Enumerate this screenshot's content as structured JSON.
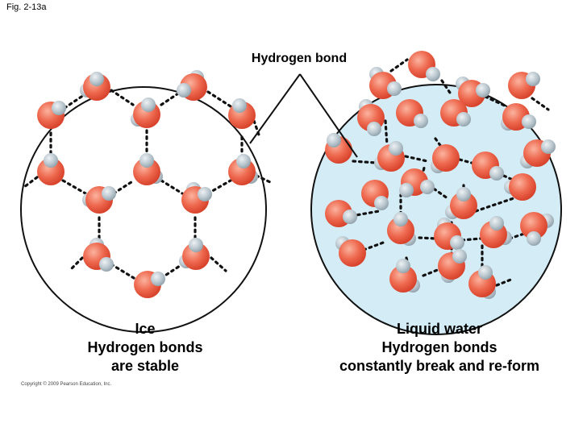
{
  "figure_label": "Fig. 2-13a",
  "center_label": "Hydrogen bond",
  "ice_caption": [
    "Ice",
    "Hydrogen bonds",
    "are stable"
  ],
  "water_caption": [
    "Liquid water",
    "Hydrogen bonds",
    "constantly break and re-form"
  ],
  "copyright": "Copyright © 2009 Pearson Education, Inc.",
  "colors": {
    "oxygen": "#e8553e",
    "oxygen_highlight": "#fbb39f",
    "hydrogen": "#a9b7c0",
    "hydrogen_highlight": "#eef2f4",
    "water_fill": "#d4ecf6",
    "bond": "#111111"
  }
}
